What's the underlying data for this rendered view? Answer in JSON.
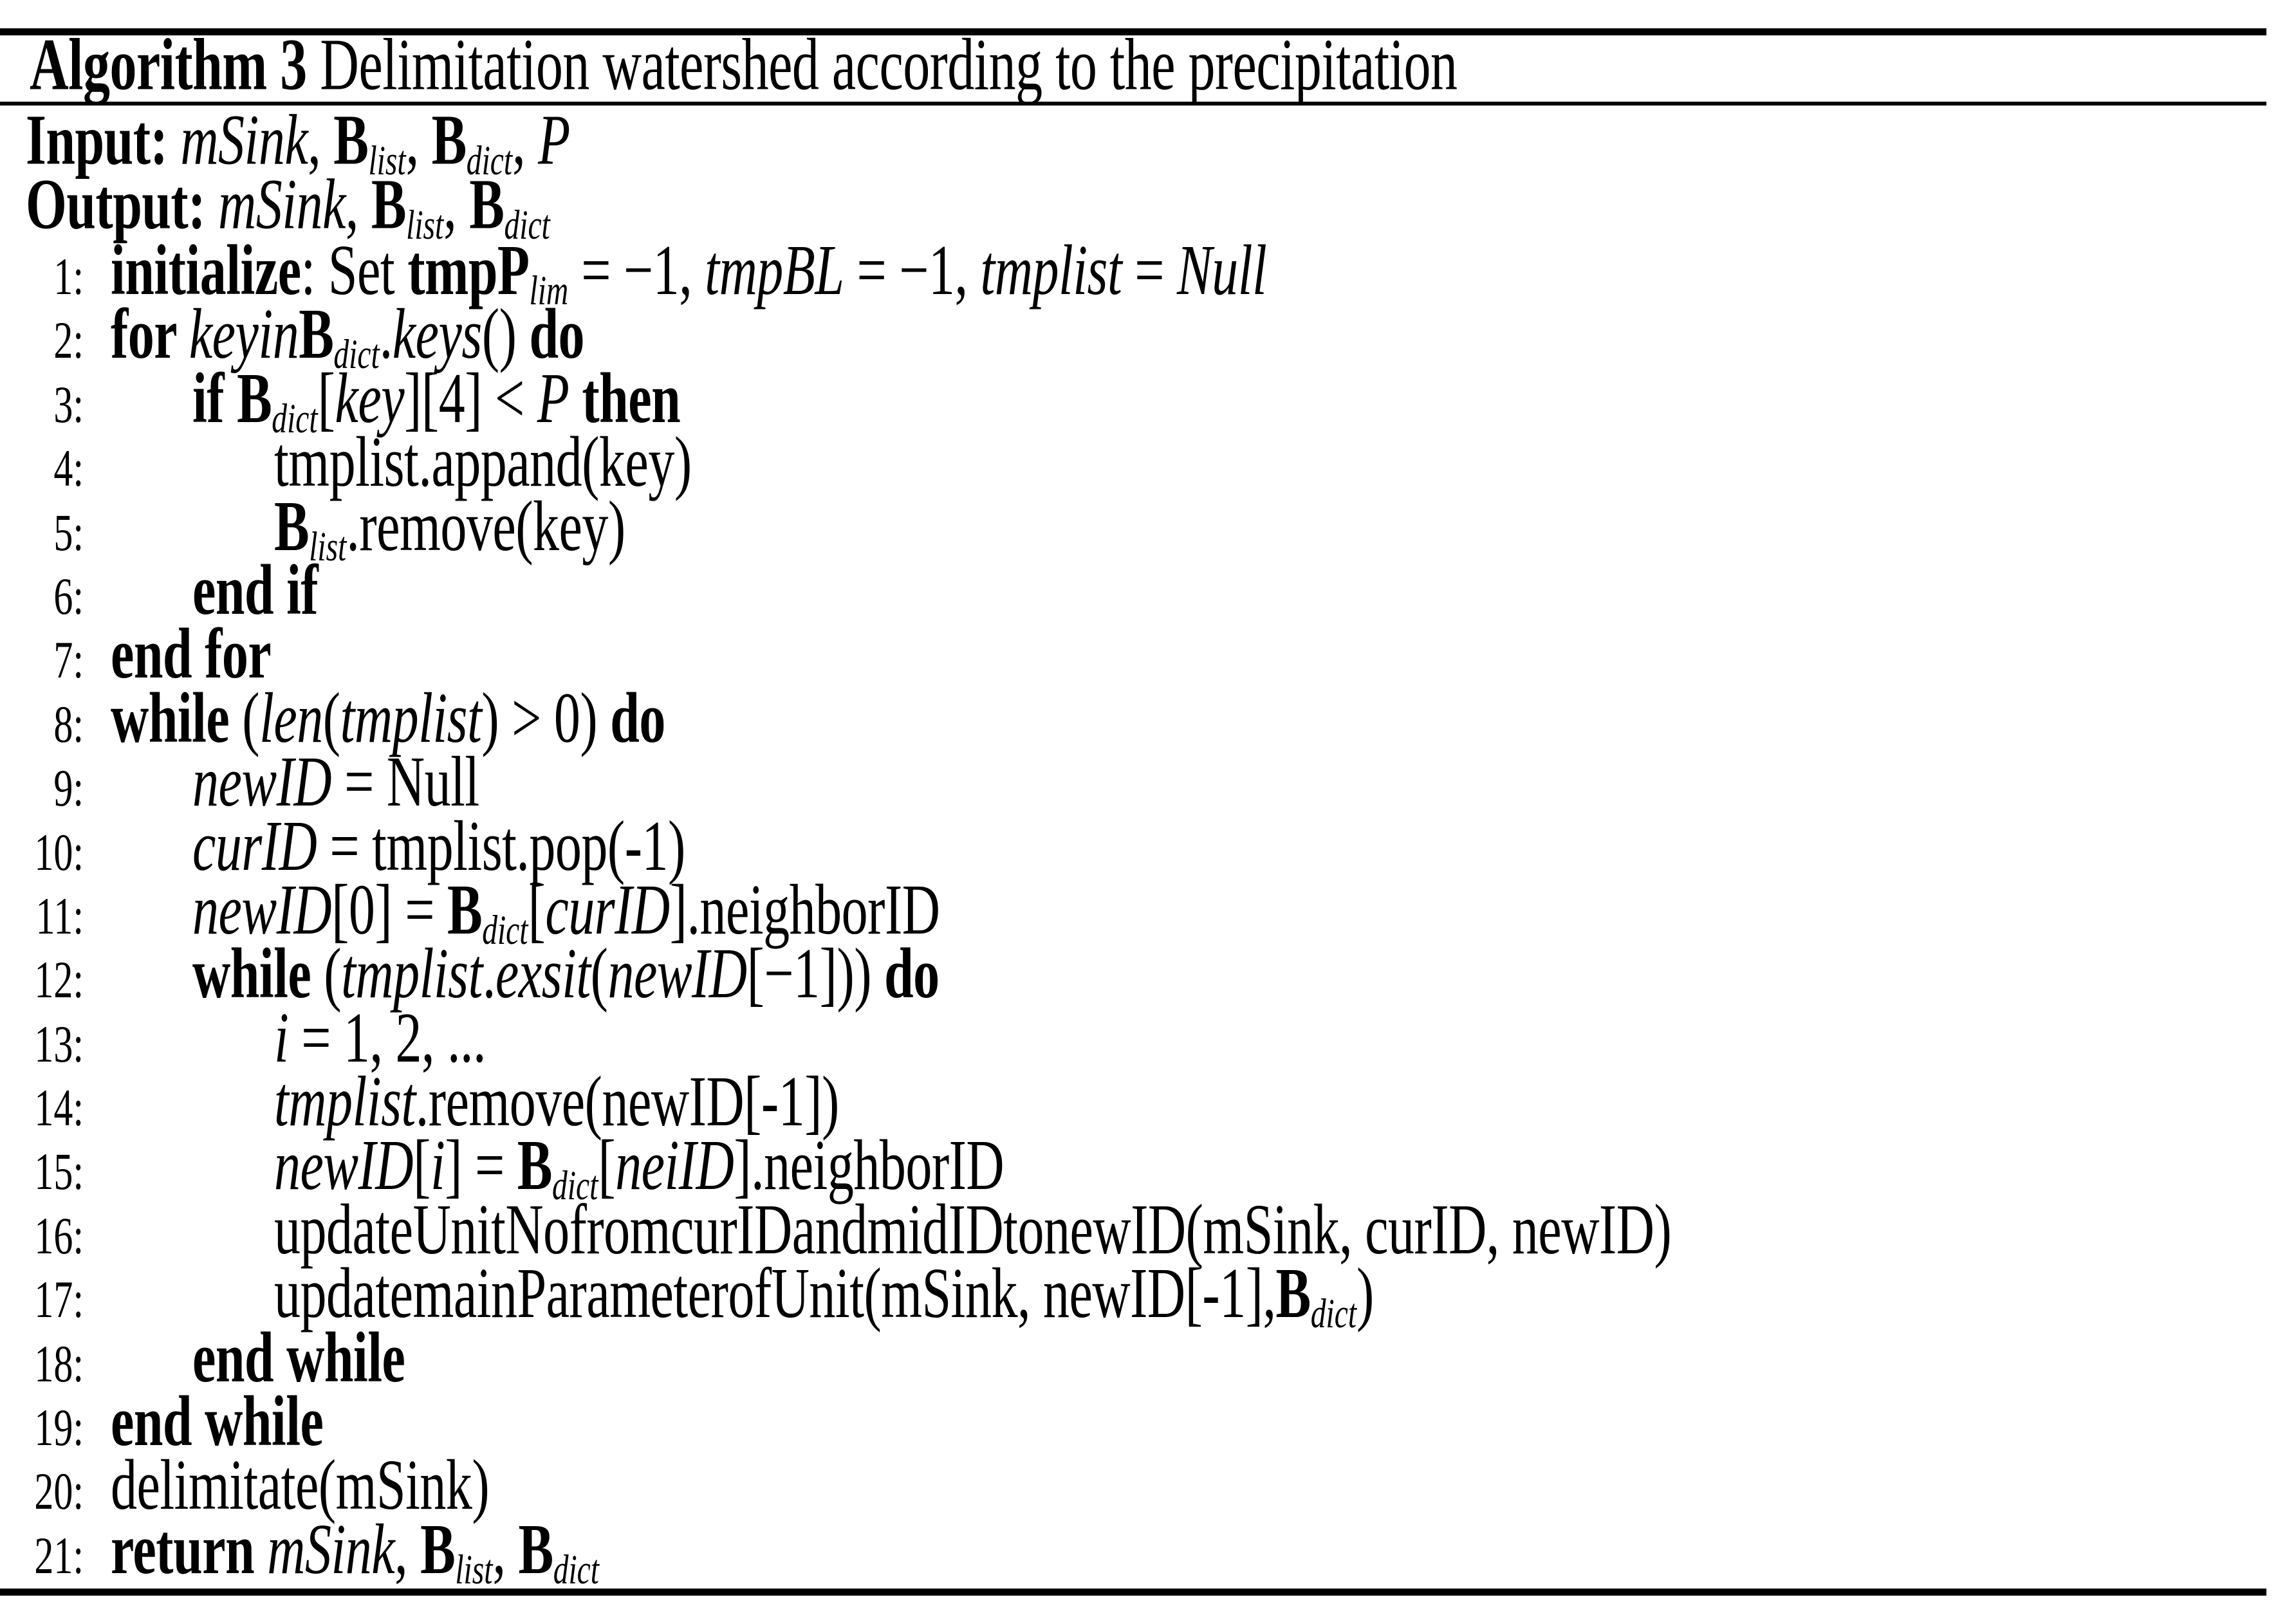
{
  "figure": {
    "kind": "algorithm",
    "number": "3",
    "title_bold": "Algorithm 3",
    "title_rest": " Delimitation watershed according to the precipitation"
  },
  "io": [
    {
      "id": "input-line",
      "segments": [
        [
          "b",
          "Input: "
        ],
        [
          "i",
          "mSink"
        ],
        [
          "r",
          ", "
        ],
        [
          "b",
          "B"
        ],
        [
          "sb",
          "list"
        ],
        [
          "r",
          ", "
        ],
        [
          "b",
          "B"
        ],
        [
          "sb",
          "dict"
        ],
        [
          "r",
          ", "
        ],
        [
          "i",
          "P"
        ]
      ]
    },
    {
      "id": "output-line",
      "segments": [
        [
          "b",
          "Output: "
        ],
        [
          "i",
          "mSink"
        ],
        [
          "r",
          ", "
        ],
        [
          "b",
          "B"
        ],
        [
          "sb",
          "list"
        ],
        [
          "r",
          ", "
        ],
        [
          "b",
          "B"
        ],
        [
          "sb",
          "dict"
        ]
      ]
    }
  ],
  "lines": [
    {
      "num": "1:",
      "indent": 0,
      "segments": [
        [
          "b",
          "initialize"
        ],
        [
          "r",
          ": Set "
        ],
        [
          "b",
          "tmpP"
        ],
        [
          "sb",
          "lim"
        ],
        [
          "r",
          " = −1, "
        ],
        [
          "i",
          "tmpBL"
        ],
        [
          "r",
          " = −1, "
        ],
        [
          "i",
          "tmplist"
        ],
        [
          "r",
          " = "
        ],
        [
          "i",
          "Null"
        ]
      ]
    },
    {
      "num": "2:",
      "indent": 0,
      "segments": [
        [
          "b",
          "for "
        ],
        [
          "i",
          "keyin"
        ],
        [
          "b",
          "B"
        ],
        [
          "sb",
          "dict"
        ],
        [
          "r",
          "."
        ],
        [
          "i",
          "keys"
        ],
        [
          "r",
          "() "
        ],
        [
          "b",
          "do"
        ]
      ]
    },
    {
      "num": "3:",
      "indent": 1,
      "segments": [
        [
          "b",
          "if "
        ],
        [
          "b",
          "B"
        ],
        [
          "sb",
          "dict"
        ],
        [
          "r",
          "["
        ],
        [
          "i",
          "key"
        ],
        [
          "r",
          "][4] < "
        ],
        [
          "i",
          "P"
        ],
        [
          "r",
          " "
        ],
        [
          "b",
          "then"
        ]
      ]
    },
    {
      "num": "4:",
      "indent": 2,
      "segments": [
        [
          "r",
          "tmplist.appand(key)"
        ]
      ]
    },
    {
      "num": "5:",
      "indent": 2,
      "segments": [
        [
          "b",
          "B"
        ],
        [
          "sb",
          "list"
        ],
        [
          "r",
          ".remove(key)"
        ]
      ]
    },
    {
      "num": "6:",
      "indent": 1,
      "segments": [
        [
          "b",
          "end if"
        ]
      ]
    },
    {
      "num": "7:",
      "indent": 0,
      "segments": [
        [
          "b",
          "end for"
        ]
      ]
    },
    {
      "num": "8:",
      "indent": 0,
      "segments": [
        [
          "b",
          "while "
        ],
        [
          "r",
          "("
        ],
        [
          "i",
          "len"
        ],
        [
          "r",
          "("
        ],
        [
          "i",
          "tmplist"
        ],
        [
          "r",
          ") > 0) "
        ],
        [
          "b",
          "do"
        ]
      ]
    },
    {
      "num": "9:",
      "indent": 1,
      "segments": [
        [
          "i",
          "newID"
        ],
        [
          "r",
          " = Null"
        ]
      ]
    },
    {
      "num": "10:",
      "indent": 1,
      "segments": [
        [
          "i",
          "curID"
        ],
        [
          "r",
          " = tmplist.pop(-1)"
        ]
      ]
    },
    {
      "num": "11:",
      "indent": 1,
      "segments": [
        [
          "i",
          "newID"
        ],
        [
          "r",
          "[0] = "
        ],
        [
          "b",
          "B"
        ],
        [
          "sb",
          "dict"
        ],
        [
          "r",
          "["
        ],
        [
          "i",
          "curID"
        ],
        [
          "r",
          "].neighborID"
        ]
      ]
    },
    {
      "num": "12:",
      "indent": 1,
      "segments": [
        [
          "b",
          "while "
        ],
        [
          "r",
          "("
        ],
        [
          "i",
          "tmplist"
        ],
        [
          "r",
          "."
        ],
        [
          "i",
          "exsit"
        ],
        [
          "r",
          "("
        ],
        [
          "i",
          "newID"
        ],
        [
          "r",
          "[−1])) "
        ],
        [
          "b",
          "do"
        ]
      ]
    },
    {
      "num": "13:",
      "indent": 2,
      "segments": [
        [
          "i",
          "i"
        ],
        [
          "r",
          " = 1, 2, ..."
        ]
      ]
    },
    {
      "num": "14:",
      "indent": 2,
      "segments": [
        [
          "i",
          "tmplist"
        ],
        [
          "r",
          ".remove(newID[-1])"
        ]
      ]
    },
    {
      "num": "15:",
      "indent": 2,
      "segments": [
        [
          "i",
          "newID"
        ],
        [
          "r",
          "["
        ],
        [
          "i",
          "i"
        ],
        [
          "r",
          "] = "
        ],
        [
          "b",
          "B"
        ],
        [
          "sb",
          "dict"
        ],
        [
          "r",
          "["
        ],
        [
          "i",
          "neiID"
        ],
        [
          "r",
          "].neighborID"
        ]
      ]
    },
    {
      "num": "16:",
      "indent": 2,
      "segments": [
        [
          "r",
          "updateUnitNofromcurIDandmidIDtonewID(mSink, curID, newID)"
        ]
      ]
    },
    {
      "num": "17:",
      "indent": 2,
      "segments": [
        [
          "r",
          "updatemainParameterofUnit(mSink, newID[-1],"
        ],
        [
          "b",
          "B"
        ],
        [
          "sb",
          "dict"
        ],
        [
          "r",
          ")"
        ]
      ]
    },
    {
      "num": "18:",
      "indent": 1,
      "segments": [
        [
          "b",
          "end while"
        ]
      ]
    },
    {
      "num": "19:",
      "indent": 0,
      "segments": [
        [
          "b",
          "end while"
        ]
      ]
    },
    {
      "num": "20:",
      "indent": 0,
      "segments": [
        [
          "r",
          "delimitate(mSink)"
        ]
      ]
    },
    {
      "num": "21:",
      "indent": 0,
      "segments": [
        [
          "b",
          "return "
        ],
        [
          "i",
          "mSink"
        ],
        [
          "r",
          ", "
        ],
        [
          "b",
          "B"
        ],
        [
          "sb",
          "list"
        ],
        [
          "r",
          ", "
        ],
        [
          "b",
          "B"
        ],
        [
          "sb",
          "dict"
        ]
      ]
    }
  ]
}
